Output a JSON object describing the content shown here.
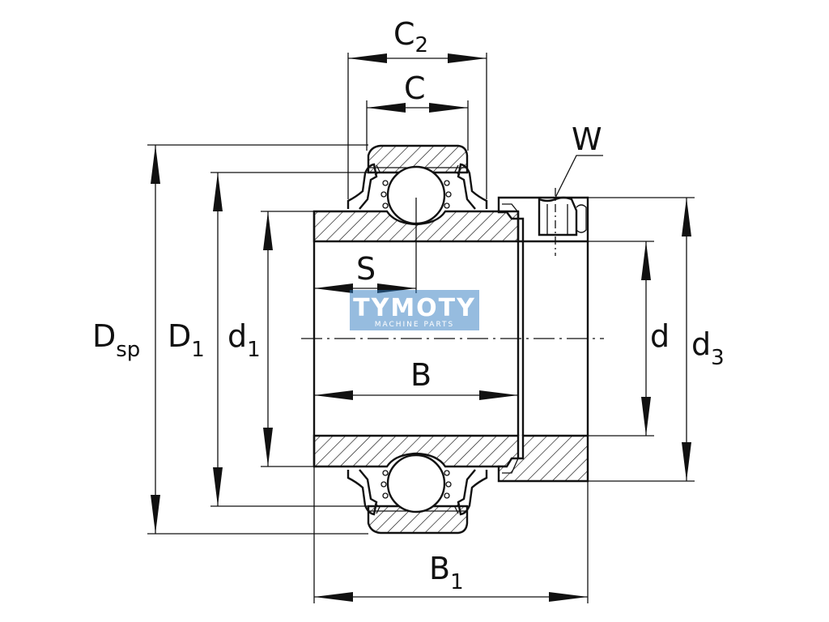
{
  "diagram": {
    "labels": {
      "C2": {
        "main": "C",
        "sub": "2"
      },
      "C": {
        "main": "C"
      },
      "W": {
        "main": "W"
      },
      "S": {
        "main": "S"
      },
      "Dsp": {
        "main": "D",
        "sub": "sp"
      },
      "D1": {
        "main": "D",
        "sub": "1"
      },
      "d1": {
        "main": "d",
        "sub": "1"
      },
      "B": {
        "main": "B"
      },
      "d": {
        "main": "d"
      },
      "d3": {
        "main": "d",
        "sub": "3"
      },
      "B1": {
        "main": "B",
        "sub": "1"
      }
    },
    "watermark": {
      "name": "TYMOTY",
      "tagline": "MACHINE PARTS",
      "color": "#2e79c0"
    },
    "colors": {
      "line": "#111111",
      "background": "#ffffff"
    }
  }
}
